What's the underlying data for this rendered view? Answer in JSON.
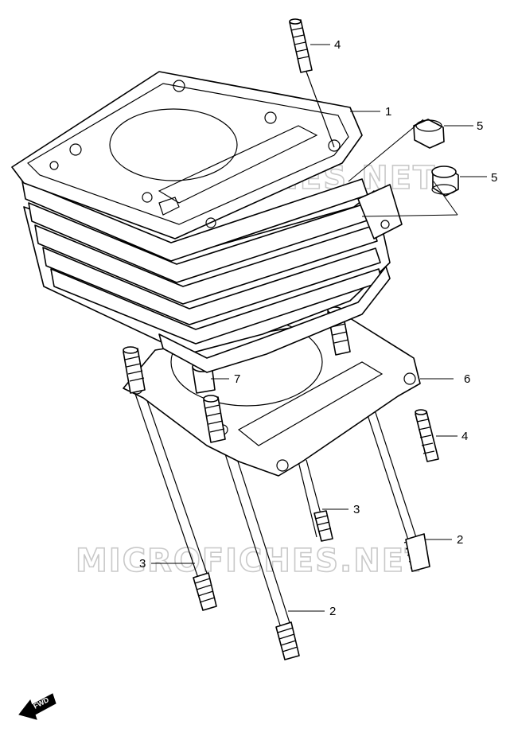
{
  "watermark": "MICROFICHES.NET",
  "fwd_label": "FWD",
  "callouts": {
    "c1": "1",
    "c2a": "2",
    "c2b": "2",
    "c3a": "3",
    "c3b": "3",
    "c4a": "4",
    "c4b": "4",
    "c5a": "5",
    "c5b": "5",
    "c6": "6",
    "c7": "7"
  }
}
